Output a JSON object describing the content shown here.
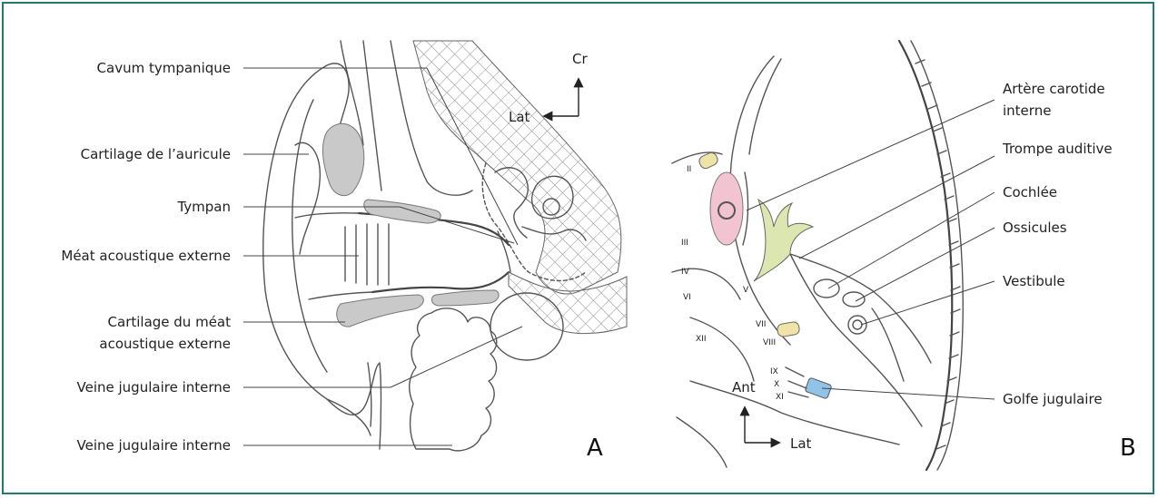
{
  "panel_a": {
    "letter": "A",
    "labels": {
      "cavum": "Cavum tympanique",
      "cartilage_auricule": "Cartilage de l’auricule",
      "tympan": "Tympan",
      "meat": "Méat acoustique externe",
      "cartilage_meat_1": "Cartilage du méat",
      "cartilage_meat_2": "acoustique externe",
      "veine_1": "Veine jugulaire interne",
      "veine_2": "Veine jugulaire interne"
    },
    "orientation": {
      "up": "Cr",
      "left": "Lat"
    }
  },
  "panel_b": {
    "letter": "B",
    "labels": {
      "artere_1": "Artère carotide",
      "artere_2": "interne",
      "trompe": "Trompe auditive",
      "cochlee": "Cochlée",
      "ossicules": "Ossicules",
      "vestibule": "Vestibule",
      "golfe": "Golfe jugulaire"
    },
    "nerves": [
      "II",
      "III",
      "IV",
      "VI",
      "V",
      "VII",
      "VIII",
      "XII",
      "IX",
      "X",
      "XI"
    ],
    "orientation": {
      "up": "Ant",
      "right": "Lat"
    }
  },
  "colors": {
    "frame": "#1f7a72",
    "carotid_pink": "#f2c4d2",
    "trompe_green": "#dbe6b0",
    "golfe_blue": "#8fc3e8",
    "nerve_yellow": "#efe3a8"
  }
}
